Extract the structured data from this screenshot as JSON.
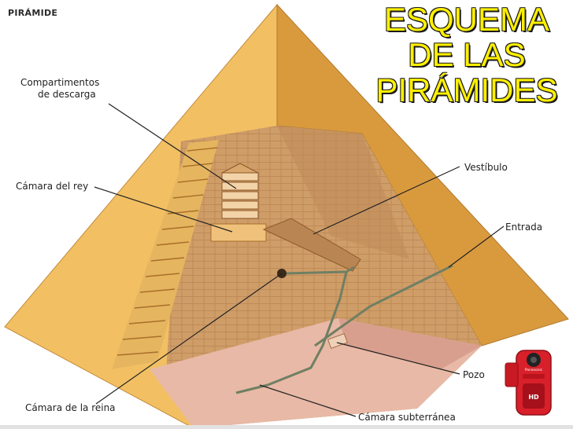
{
  "corner_label": "PIRÁMIDE",
  "title_lines": [
    "ESQUEMA",
    "DE LAS",
    "PIRÁMIDES"
  ],
  "labels": {
    "compartimentos": [
      "Compartimentos",
      "de descarga"
    ],
    "camara_rey": "Cámara del rey",
    "vestibulo": "Vestíbulo",
    "entrada": "Entrada",
    "pozo": "Pozo",
    "camara_reina": "Cámara de la reina",
    "camara_subterranea": "Cámara subterránea"
  },
  "camcorder_brand": "Panasonic",
  "camcorder_badge": "HD",
  "colors": {
    "title": "#fff000",
    "stone_light": "#f2c063",
    "stone_dark": "#d69438",
    "inner_wall": "#cf9d68",
    "floor": "#e8b9a6",
    "corridor": "#6f7f63",
    "camcorder": "#d8202a"
  }
}
